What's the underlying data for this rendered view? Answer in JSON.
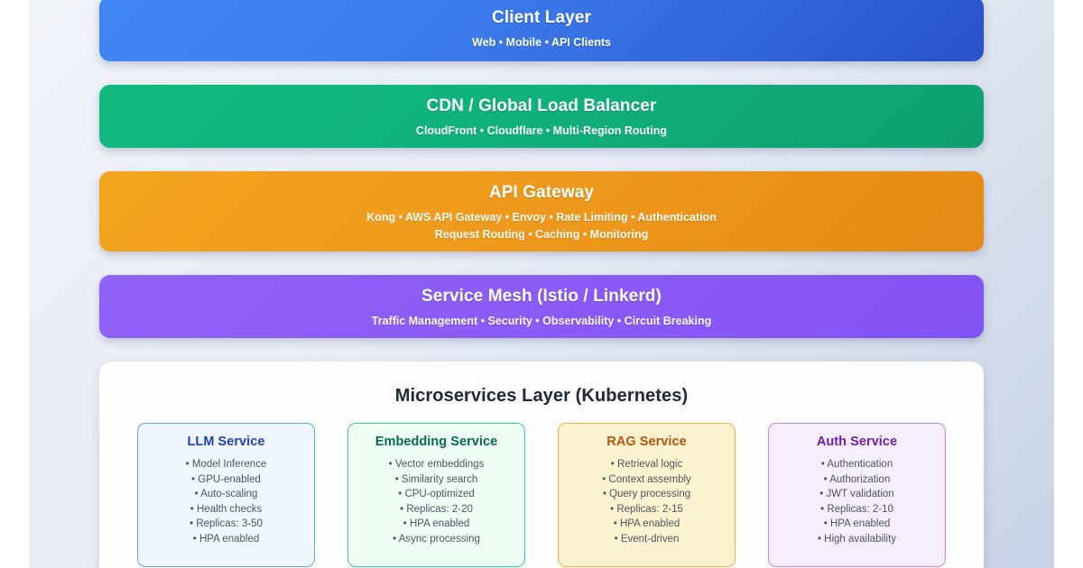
{
  "diagram": {
    "type": "layered-architecture",
    "layers": [
      {
        "id": "client",
        "title": "Client Layer",
        "subtitle_lines": [
          "Web • Mobile • API Clients"
        ],
        "color": "#3b7ced"
      },
      {
        "id": "cdn",
        "title": "CDN / Global Load Balancer",
        "subtitle_lines": [
          "CloudFront • Cloudflare • Multi-Region Routing"
        ],
        "color": "#10b27c"
      },
      {
        "id": "gateway",
        "title": "API Gateway",
        "subtitle_lines": [
          "Kong • AWS API Gateway • Envoy • Rate Limiting • Authentication",
          "Request Routing • Caching • Monitoring"
        ],
        "color": "#ef9a1c"
      },
      {
        "id": "mesh",
        "title": "Service Mesh (Istio / Linkerd)",
        "subtitle_lines": [
          "Traffic Management • Security • Observability • Circuit Breaking"
        ],
        "color": "#8b5cf6"
      }
    ],
    "microservices_panel": {
      "title": "Microservices Layer (Kubernetes)",
      "services": [
        {
          "id": "llm",
          "title": "LLM Service",
          "accent": "#1e40af",
          "border": "#60a5fa",
          "background": "#eff6ff",
          "features": [
            "• Model Inference",
            "• GPU-enabled",
            "• Auto-scaling",
            "• Health checks",
            "• Replicas: 3-50",
            "• HPA enabled"
          ]
        },
        {
          "id": "embedding",
          "title": "Embedding Service",
          "accent": "#046c4e",
          "border": "#34d399",
          "background": "#effdf5",
          "features": [
            "• Vector embeddings",
            "• Similarity search",
            "• CPU-optimized",
            "• Replicas: 2-20",
            "• HPA enabled",
            "• Async processing"
          ]
        },
        {
          "id": "rag",
          "title": "RAG Service",
          "accent": "#b45309",
          "border": "#f5b33c",
          "background": "#fdf2cf",
          "features": [
            "• Retrieval logic",
            "• Context assembly",
            "• Query processing",
            "• Replicas: 2-15",
            "• HPA enabled",
            "• Event-driven"
          ]
        },
        {
          "id": "auth",
          "title": "Auth Service",
          "accent": "#6b21a8",
          "border": "#c084fc",
          "background": "#f6eeff",
          "features": [
            "• Authentication",
            "• Authorization",
            "• JWT validation",
            "• Replicas: 2-10",
            "• HPA enabled",
            "• High availability"
          ]
        }
      ]
    }
  }
}
